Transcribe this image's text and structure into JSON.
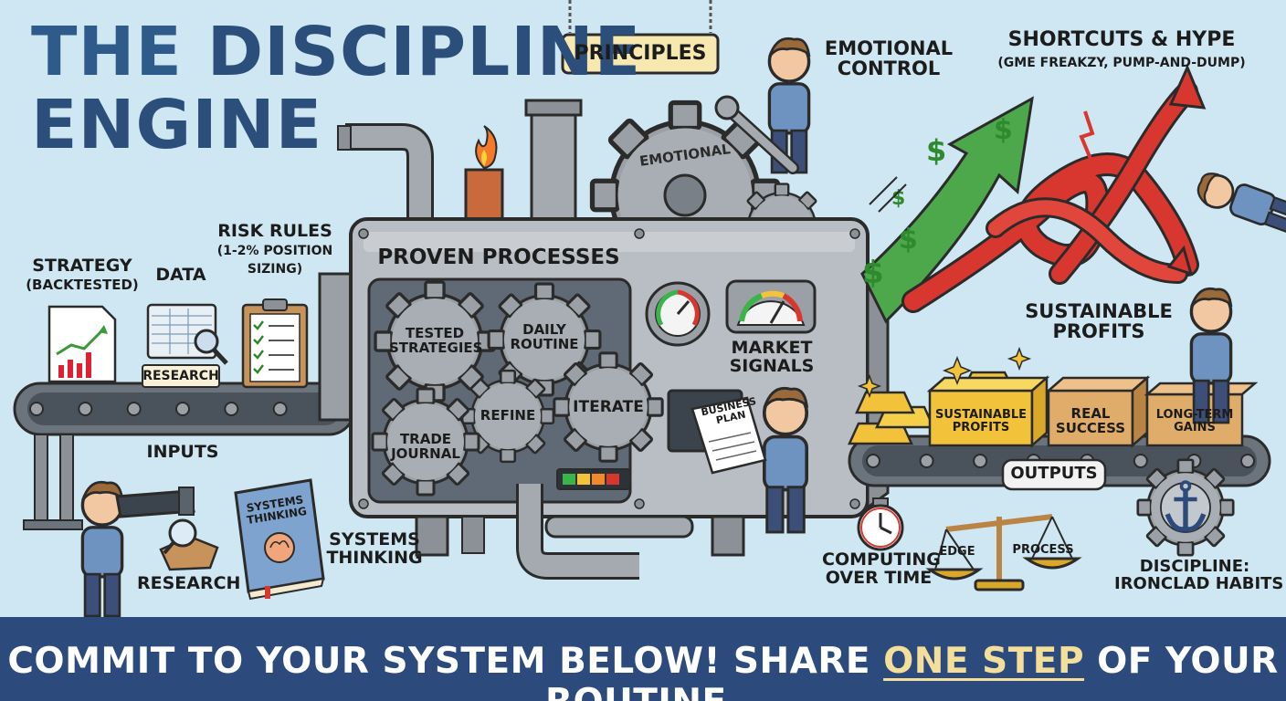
{
  "title": {
    "line1_plain": "THE ",
    "line1_bold": "DISCIPLINE",
    "line2": "ENGINE"
  },
  "sign": "PRINCIPLES",
  "machine": {
    "header": "PROVEN PROCESSES",
    "gear_top": "EMOTIONAL"
  },
  "gears": {
    "tested": [
      "TESTED",
      "STRATEGIES"
    ],
    "daily": [
      "DAILY",
      "ROUTINE"
    ],
    "refine": "REFINE",
    "iterate": "ITERATE",
    "journal": [
      "TRADE",
      "JOURNAL"
    ]
  },
  "plan": [
    "BUSINESS",
    "PLAN"
  ],
  "market_signals": [
    "MARKET",
    "SIGNALS"
  ],
  "inputs": {
    "strategy": [
      "STRATEGY",
      "(BACKTESTED)"
    ],
    "data": "DATA",
    "risk": [
      "RISK RULES",
      "(1-2% POSITION",
      "SIZING)"
    ],
    "research_sign": "RESEARCH",
    "label": "INPUTS"
  },
  "bottom_left": {
    "research": "RESEARCH",
    "book": [
      "SYSTEMS",
      "THINKING"
    ],
    "systems": [
      "SYSTEMS",
      "THINKING"
    ]
  },
  "emotional_control": [
    "EMOTIONAL",
    "CONTROL"
  ],
  "hype": {
    "title": "SHORTCUTS & HYPE",
    "sub": "(GME FREAKZY, PUMP-AND-DUMP)"
  },
  "sustainable_profits_label": [
    "SUSTAINABLE",
    "PROFITS"
  ],
  "boxes": {
    "b1": [
      "SUSTAINABLE",
      "PROFITS"
    ],
    "b2": [
      "REAL",
      "SUCCESS"
    ],
    "b3": [
      "LONG-TERM",
      "GAINS"
    ]
  },
  "outputs": "OUTPUTS",
  "computing": [
    "COMPUTING",
    "OVER TIME"
  ],
  "scale": {
    "edge": "EDGE",
    "process": "PROCESS"
  },
  "discipline": [
    "DISCIPLINE:",
    "IRONCLAD HABITS"
  ],
  "banner": {
    "pre": "COMMIT TO YOUR SYSTEM BELOW! SHARE ",
    "highlight": "ONE STEP",
    "post": " OF YOUR ROUTINE."
  },
  "colors": {
    "sky": "#cfe6f3",
    "title": "#2f5b8a",
    "banner": "#2c4a7c",
    "machine": "#b9bec4",
    "panel": "#5f6a76",
    "gear": "#9aa0a6",
    "green_arrow": "#4ca84a",
    "red_arrow": "#d8372f",
    "gold": "#f2c23a"
  }
}
